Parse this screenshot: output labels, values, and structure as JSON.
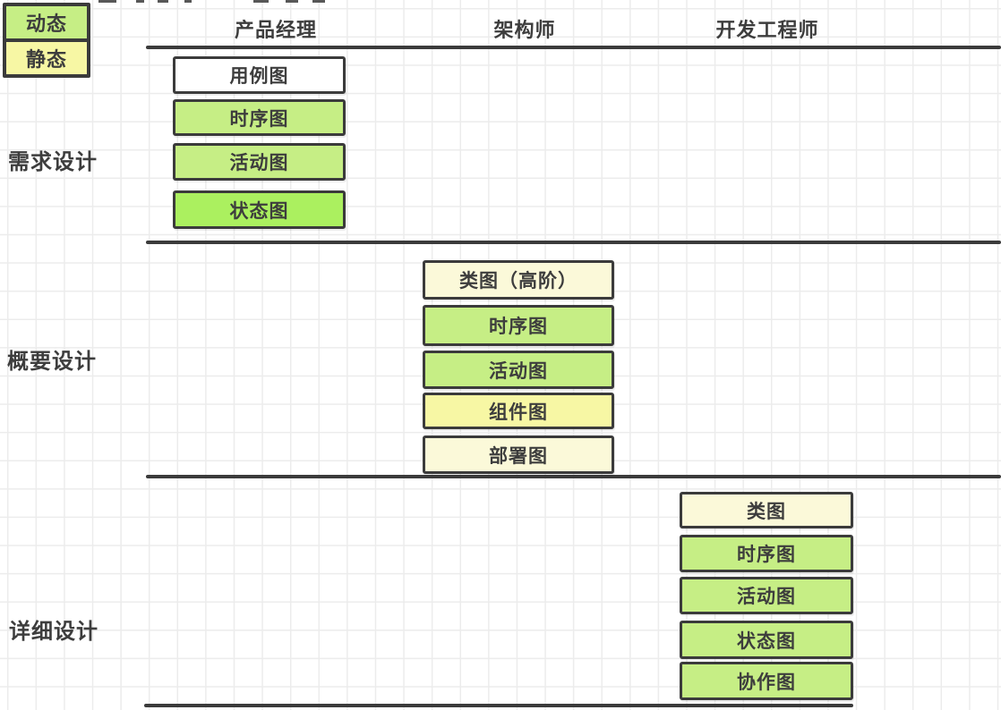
{
  "legend": {
    "items": [
      {
        "name": "dynamic",
        "label": "动态",
        "fill": "green"
      },
      {
        "name": "static",
        "label": "静态",
        "fill": "yellow"
      }
    ]
  },
  "columns": [
    {
      "name": "product-manager",
      "label": "产品经理"
    },
    {
      "name": "architect",
      "label": "架构师"
    },
    {
      "name": "development-engineer",
      "label": "开发工程师"
    }
  ],
  "sections": [
    {
      "name": "requirements-design",
      "row_label": "需求设计",
      "column": "product-manager",
      "boxes": [
        {
          "name": "use-case-diagram",
          "label": "用例图",
          "fill": "white"
        },
        {
          "name": "sequence-diagram",
          "label": "时序图",
          "fill": "green"
        },
        {
          "name": "activity-diagram",
          "label": "活动图",
          "fill": "green"
        },
        {
          "name": "state-diagram",
          "label": "状态图",
          "fill": "green-bright"
        }
      ]
    },
    {
      "name": "high-level-design",
      "row_label": "概要设计",
      "column": "architect",
      "boxes": [
        {
          "name": "class-diagram-high-level",
          "label": "类图（高阶）",
          "fill": "cream"
        },
        {
          "name": "sequence-diagram",
          "label": "时序图",
          "fill": "green"
        },
        {
          "name": "activity-diagram",
          "label": "活动图",
          "fill": "green"
        },
        {
          "name": "component-diagram",
          "label": "组件图",
          "fill": "yellow"
        },
        {
          "name": "deployment-diagram",
          "label": "部署图",
          "fill": "cream"
        }
      ]
    },
    {
      "name": "detailed-design",
      "row_label": "详细设计",
      "column": "development-engineer",
      "boxes": [
        {
          "name": "class-diagram",
          "label": "类图",
          "fill": "cream"
        },
        {
          "name": "sequence-diagram",
          "label": "时序图",
          "fill": "green"
        },
        {
          "name": "activity-diagram",
          "label": "活动图",
          "fill": "green"
        },
        {
          "name": "state-diagram",
          "label": "状态图",
          "fill": "green"
        },
        {
          "name": "collaboration-diagram",
          "label": "协作图",
          "fill": "green"
        }
      ]
    }
  ],
  "colors": {
    "green": "#c6ee85",
    "green-bright": "#abf05f",
    "yellow": "#f7f7a4",
    "cream": "#fbf9d9",
    "white": "#ffffff",
    "border": "#3b3b3b",
    "text": "#3d3d3d",
    "grid": "#ececec"
  }
}
